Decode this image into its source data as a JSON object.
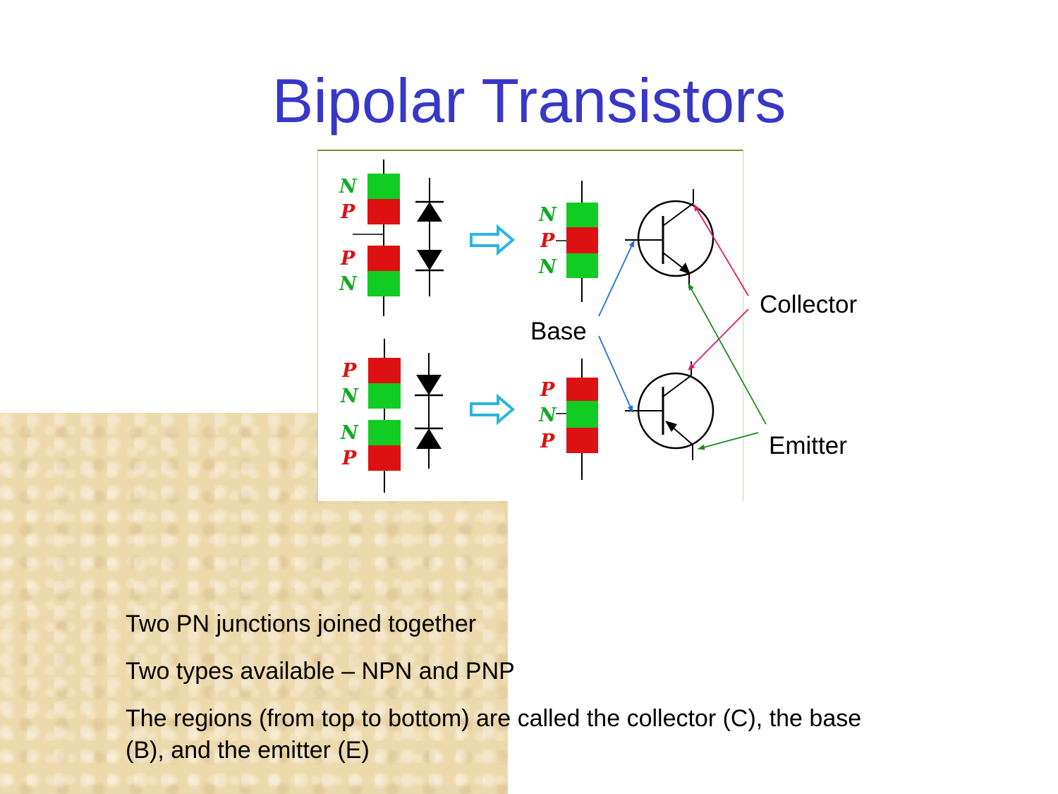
{
  "slide": {
    "title": "Bipolar Transistors"
  },
  "diagram": {
    "labels": {
      "collector": "Collector",
      "base": "Base",
      "emitter": "Emitter",
      "n": "N",
      "p": "P"
    },
    "colors": {
      "n_region": "#11cc22",
      "p_region": "#dd1111",
      "n_text": "#11aa22",
      "p_text": "#dd1111",
      "arrow_block": "#29b6dd",
      "collector_arrow": "#e0166e",
      "base_arrow": "#1f6fdd",
      "emitter_arrow": "#1a8a1a"
    }
  },
  "bullets": [
    "Two PN junctions joined together",
    "Two types available – NPN and PNP",
    "The regions (from top to bottom) are called the collector (C), the base (B), and the emitter (E)"
  ]
}
